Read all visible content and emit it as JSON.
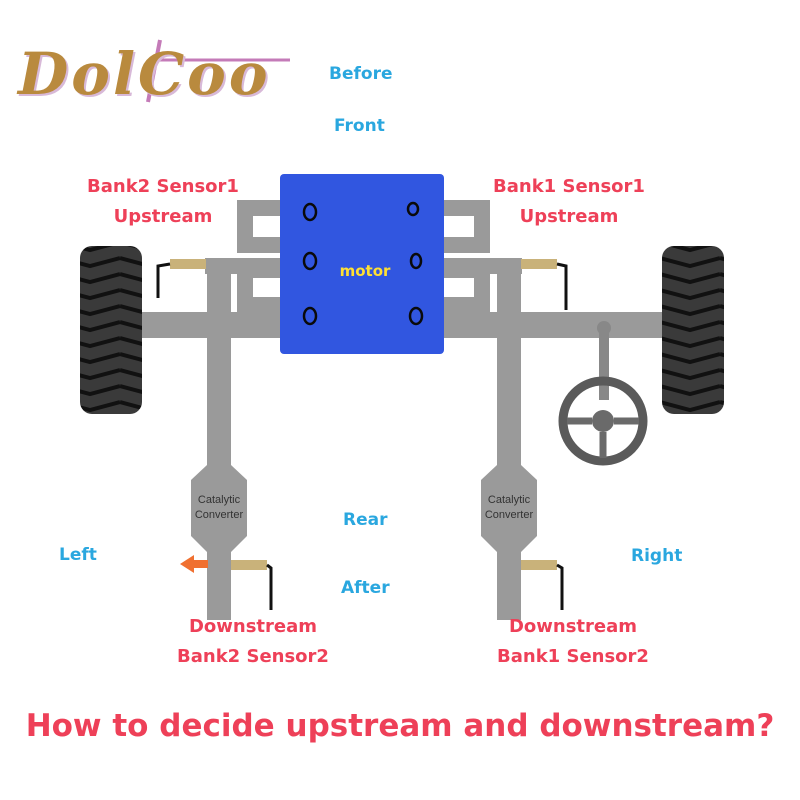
{
  "logo": {
    "text": "DolCoo",
    "colors": [
      "#b98a3e",
      "#c47bb8",
      "#3b5aa8"
    ]
  },
  "directions": {
    "before": "Before",
    "front": "Front",
    "rear": "Rear",
    "after": "After",
    "left": "Left",
    "right": "Right"
  },
  "engine": {
    "label": "motor",
    "color": "#3156e0"
  },
  "sensors": {
    "bank2_sensor1": {
      "line1": "Bank2 Sensor1",
      "line2": "Upstream"
    },
    "bank1_sensor1": {
      "line1": "Bank1 Sensor1",
      "line2": "Upstream"
    },
    "bank2_sensor2": {
      "line1": "Downstream",
      "line2": "Bank2 Sensor2"
    },
    "bank1_sensor2": {
      "line1": "Downstream",
      "line2": "Bank1 Sensor2"
    }
  },
  "converters": {
    "left": {
      "line1": "Catalytic",
      "line2": "Converter"
    },
    "right": {
      "line1": "Catalytic",
      "line2": "Converter"
    }
  },
  "question": "How to decide upstream and downstream?",
  "colors": {
    "label_red": "#ee4058",
    "label_blue": "#2aa7df",
    "pipe_gray": "#9a9a9a",
    "flow_arrow": "#f07030"
  },
  "icons": [
    "tire-icon",
    "steering-wheel-icon",
    "flow-arrow-icon",
    "oxygen-sensor-icon"
  ]
}
